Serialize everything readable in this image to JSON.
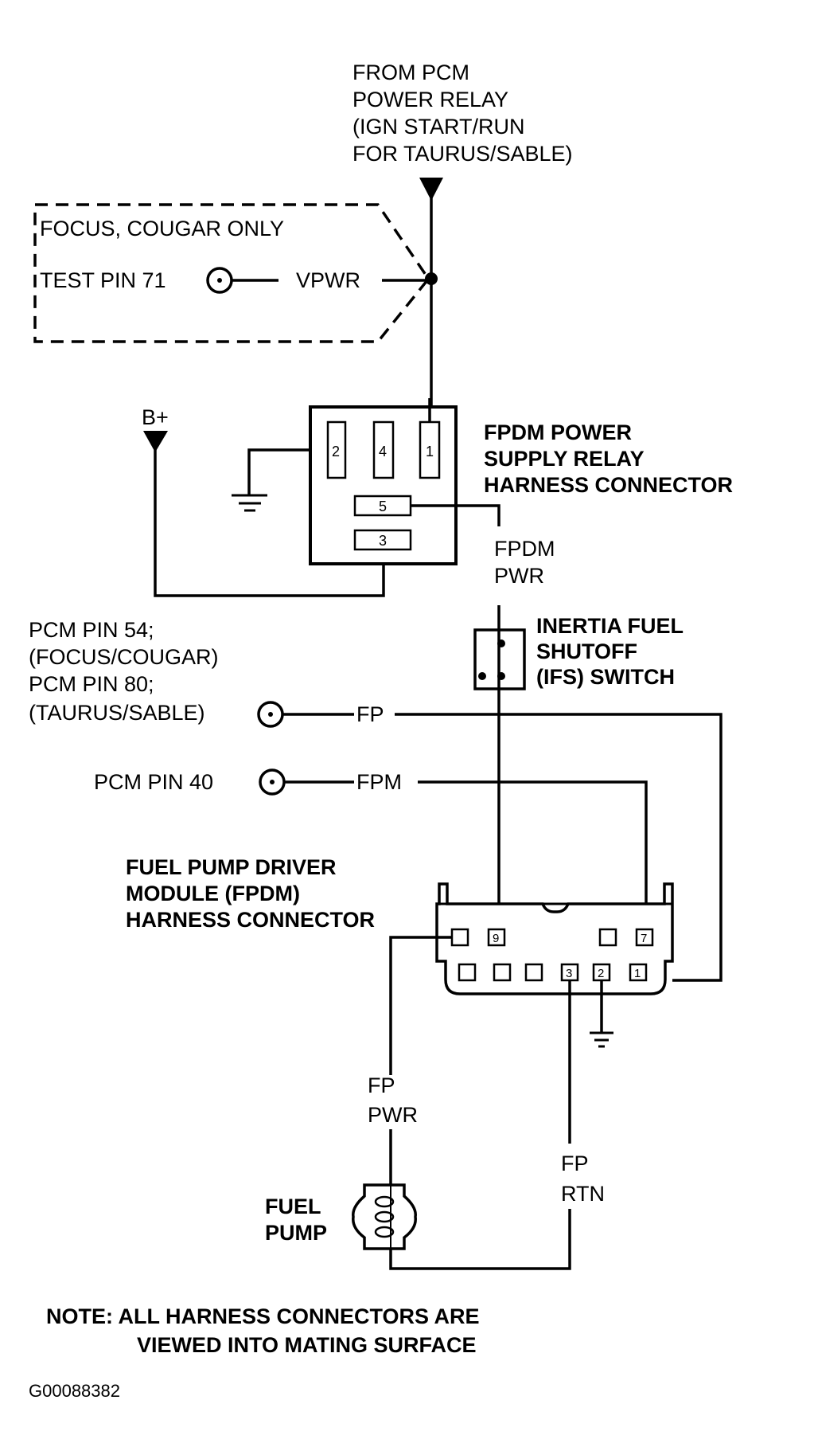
{
  "diagram": {
    "source_label": [
      "FROM PCM",
      "POWER RELAY",
      "(IGN START/RUN",
      "FOR TAURUS/SABLE)"
    ],
    "focus_box_label": "FOCUS, COUGAR ONLY",
    "test_pin_label": "TEST PIN 71",
    "vpwr_label": "VPWR",
    "bplus_label": "B+",
    "relay_label": [
      "FPDM POWER",
      "SUPPLY RELAY",
      "HARNESS CONNECTOR"
    ],
    "relay_pins": {
      "p1": "1",
      "p2": "2",
      "p3": "3",
      "p4": "4",
      "p5": "5"
    },
    "fpdm_pwr_label": [
      "FPDM",
      "PWR"
    ],
    "ifs_label": [
      "INERTIA FUEL",
      "SHUTOFF",
      "(IFS) SWITCH"
    ],
    "pcm_fp_label": [
      "PCM PIN 54;",
      "(FOCUS/COUGAR)",
      "PCM PIN 80;",
      "(TAURUS/SABLE)"
    ],
    "fp_label": "FP",
    "pcm_fpm_label": "PCM PIN 40",
    "fpm_label": "FPM",
    "fpdm_label": [
      "FUEL PUMP DRIVER",
      "MODULE (FPDM)",
      "HARNESS CONNECTOR"
    ],
    "fpdm_pins": {
      "p9": "9",
      "p7": "7",
      "p3": "3",
      "p2": "2",
      "p1": "1"
    },
    "fp_pwr_label": [
      "FP",
      "PWR"
    ],
    "fp_rtn_label": [
      "FP",
      "RTN"
    ],
    "fuel_pump_label": [
      "FUEL",
      "PUMP"
    ],
    "note": [
      "NOTE: ALL HARNESS CONNECTORS ARE",
      "VIEWED INTO MATING SURFACE"
    ],
    "figure_id": "G00088382"
  }
}
